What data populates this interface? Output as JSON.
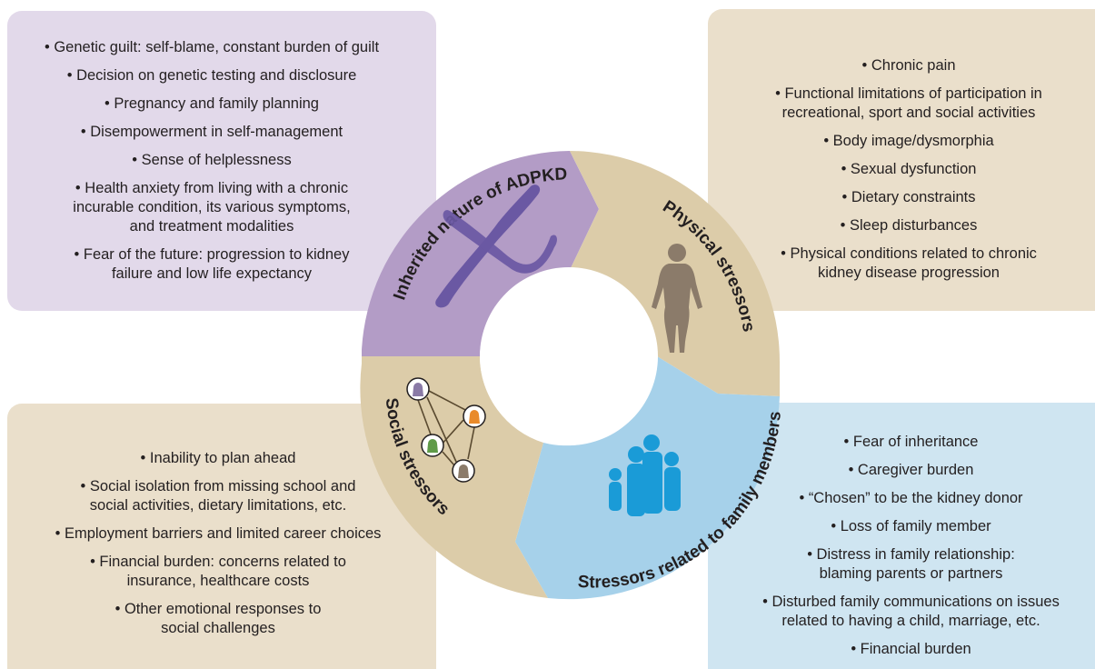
{
  "colors": {
    "purple_box": "#e2d9ea",
    "purple_segment": "#b39cc6",
    "tan_box": "#eadfcb",
    "tan_segment": "#dccca9",
    "blue_box": "#cfe5f1",
    "blue_segment": "#a6d1ea",
    "chromosome": "#6a58a3",
    "silhouette": "#8b7b6a",
    "family": "#1a9bd7"
  },
  "segments": {
    "inherited": "Inherited nature of ADPKD",
    "physical": "Physical stressors",
    "family": "Stressors related to family members",
    "social": "Social stressors"
  },
  "panels": {
    "inherited_items": [
      [
        "• Genetic guilt: self-blame, constant burden of guilt"
      ],
      [
        "• Decision on genetic testing and disclosure"
      ],
      [
        "• Pregnancy and family planning"
      ],
      [
        "• Disempowerment in self-management"
      ],
      [
        "• Sense of helplessness"
      ],
      [
        "• Health anxiety from living with a chronic",
        "incurable condition, its various symptoms,",
        "and treatment modalities"
      ],
      [
        "• Fear of the future: progression to kidney",
        "failure and low life expectancy"
      ]
    ],
    "physical_items": [
      [
        "• Chronic pain"
      ],
      [
        "• Functional limitations of participation in",
        "recreational, sport and social activities"
      ],
      [
        "• Body image/dysmorphia"
      ],
      [
        "• Sexual dysfunction"
      ],
      [
        "• Dietary constraints"
      ],
      [
        "• Sleep disturbances"
      ],
      [
        "• Physical conditions related to chronic",
        "kidney disease progression"
      ]
    ],
    "social_items": [
      [
        "• Inability to plan ahead"
      ],
      [
        "• Social isolation from missing school and",
        "social activities, dietary limitations, etc."
      ],
      [
        "• Employment barriers and limited career choices"
      ],
      [
        "• Financial burden: concerns related to",
        "insurance, healthcare costs"
      ],
      [
        "• Other emotional responses to",
        "social challenges"
      ]
    ],
    "family_items": [
      [
        "• Fear of inheritance"
      ],
      [
        "• Caregiver burden"
      ],
      [
        "• “Chosen” to be the kidney donor"
      ],
      [
        "• Loss of family member"
      ],
      [
        "• Distress in family relationship:",
        "blaming parents or partners"
      ],
      [
        "• Disturbed family communications on issues",
        "related to having a child, marriage, etc."
      ],
      [
        "• Financial burden"
      ]
    ]
  },
  "icons": {
    "inherited": "chromosome-icon",
    "physical": "human-silhouette-icon",
    "family": "family-group-icon",
    "social": "social-network-icon",
    "network_node_colors": [
      "#8a7aa6",
      "#e98a2a",
      "#5f9a48",
      "#8b7b6a"
    ]
  }
}
